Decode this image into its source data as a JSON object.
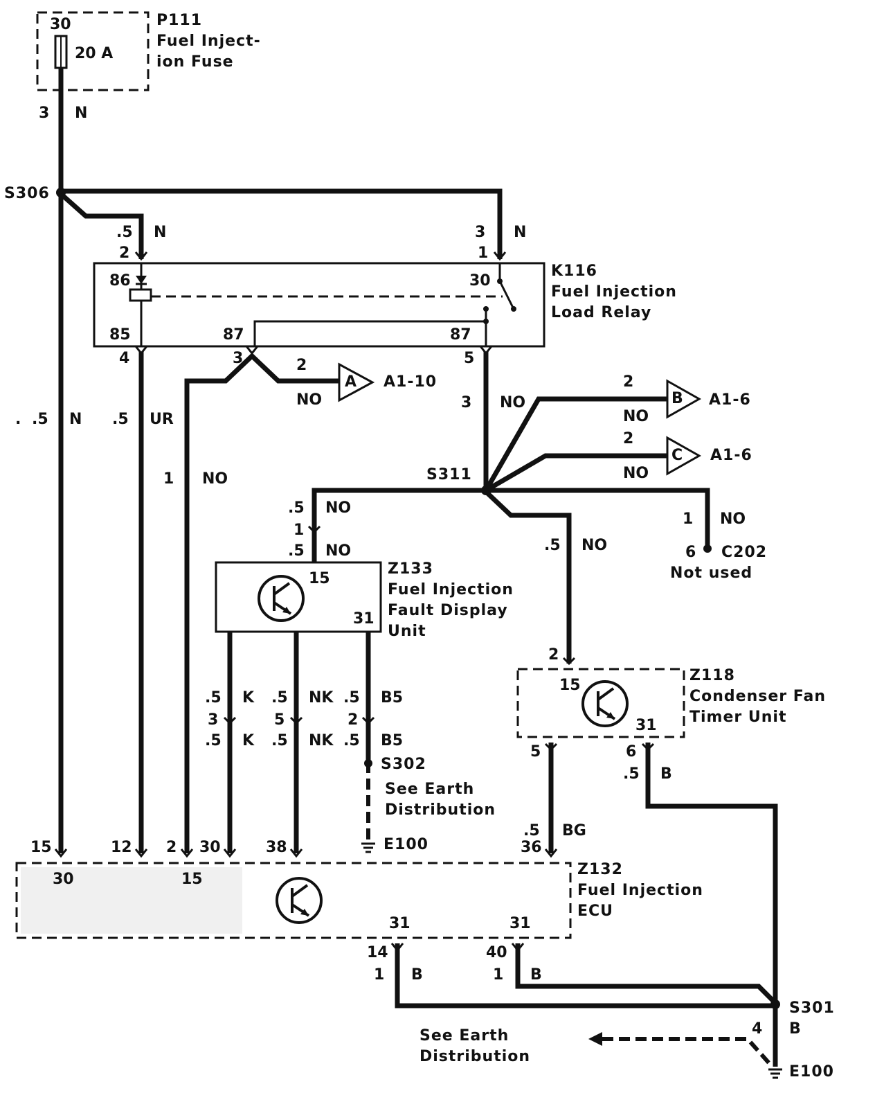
{
  "components": {
    "p111": {
      "id": "P111",
      "name_line1": "Fuel Inject-",
      "name_line2": "ion Fuse",
      "pin": "30",
      "rating": "20 A"
    },
    "k116": {
      "id": "K116",
      "name_line1": "Fuel Injection",
      "name_line2": "Load Relay",
      "pin_86": "86",
      "pin_85": "85",
      "pin_30": "30",
      "pin_87a": "87",
      "pin_87b": "87"
    },
    "z133": {
      "id": "Z133",
      "name_line1": "Fuel Injection",
      "name_line2": "Fault Display",
      "name_line3": "Unit",
      "pin_15": "15",
      "pin_31": "31"
    },
    "z118": {
      "id": "Z118",
      "name_line1": "Condenser Fan",
      "name_line2": "Timer Unit",
      "pin_15": "15",
      "pin_31": "31"
    },
    "z132": {
      "id": "Z132",
      "name_line1": "Fuel Injection",
      "name_line2": "ECU",
      "pin_30": "30",
      "pin_15": "15",
      "pin_31a": "31",
      "pin_31b": "31"
    },
    "c202": {
      "id": "C202",
      "note": "Not used",
      "pin_1": "1",
      "pin_6": "6",
      "color": "NO"
    }
  },
  "splices": {
    "s306": "S306",
    "s311": "S311",
    "s302": "S302",
    "s301": "S301"
  },
  "grounds": {
    "e100_top": "E100",
    "e100_bottom": "E100",
    "see_earth_1_line1": "See Earth",
    "see_earth_1_line2": "Distribution",
    "see_earth_2_line1": "See Earth",
    "see_earth_2_line2": "Distribution"
  },
  "connectors": {
    "a": {
      "letter": "A",
      "label": "A1-10",
      "pin": "2",
      "color": "NO"
    },
    "b": {
      "letter": "B",
      "label": "A1-6",
      "pin": "2",
      "color": "NO"
    },
    "c": {
      "letter": "C",
      "label": "A1-6",
      "pin": "2",
      "color": "NO"
    }
  },
  "wires": {
    "fuse_out": {
      "size": "3",
      "color": "N"
    },
    "to_86": {
      "size": ".5",
      "color": "N",
      "pin": "2"
    },
    "to_30": {
      "size": "3",
      "color": "N",
      "pin": "1"
    },
    "feed_15": {
      "size": ".5",
      "color": "N",
      "lead": "."
    },
    "relay_85": {
      "pin": "4",
      "size": ".5",
      "color": "UR"
    },
    "relay_87a": {
      "pin": "3",
      "size": "1",
      "color": "NO"
    },
    "relay_87b": {
      "pin": "5",
      "size": "3",
      "color": "NO"
    },
    "z133_in": {
      "size_top": ".5",
      "color_top": "NO",
      "pin": "1",
      "size_bot": ".5",
      "color_bot": "NO"
    },
    "z118_in": {
      "size": ".5",
      "color": "NO",
      "pin": "2"
    },
    "z133_k": {
      "size": ".5",
      "color": "K",
      "pin": "3"
    },
    "z133_nk": {
      "size": ".5",
      "color": "NK",
      "pin": "5"
    },
    "z133_b5": {
      "size": ".5",
      "color": "B5",
      "pin": "2"
    },
    "z118_bg": {
      "pin": "5",
      "size": ".5",
      "color": "BG",
      "ecu_pin": "36"
    },
    "z118_b": {
      "pin": "6",
      "size": ".5",
      "color": "B"
    },
    "ecu_14": {
      "pin": "14",
      "size": "1",
      "color": "B"
    },
    "ecu_40": {
      "pin": "40",
      "size": "1",
      "color": "B"
    },
    "s301_e100": {
      "size": "4",
      "color": "B"
    }
  },
  "ecu_pins": {
    "p15": "15",
    "p12": "12",
    "p2": "2",
    "p30": "30",
    "p38": "38",
    "p36": "36"
  }
}
